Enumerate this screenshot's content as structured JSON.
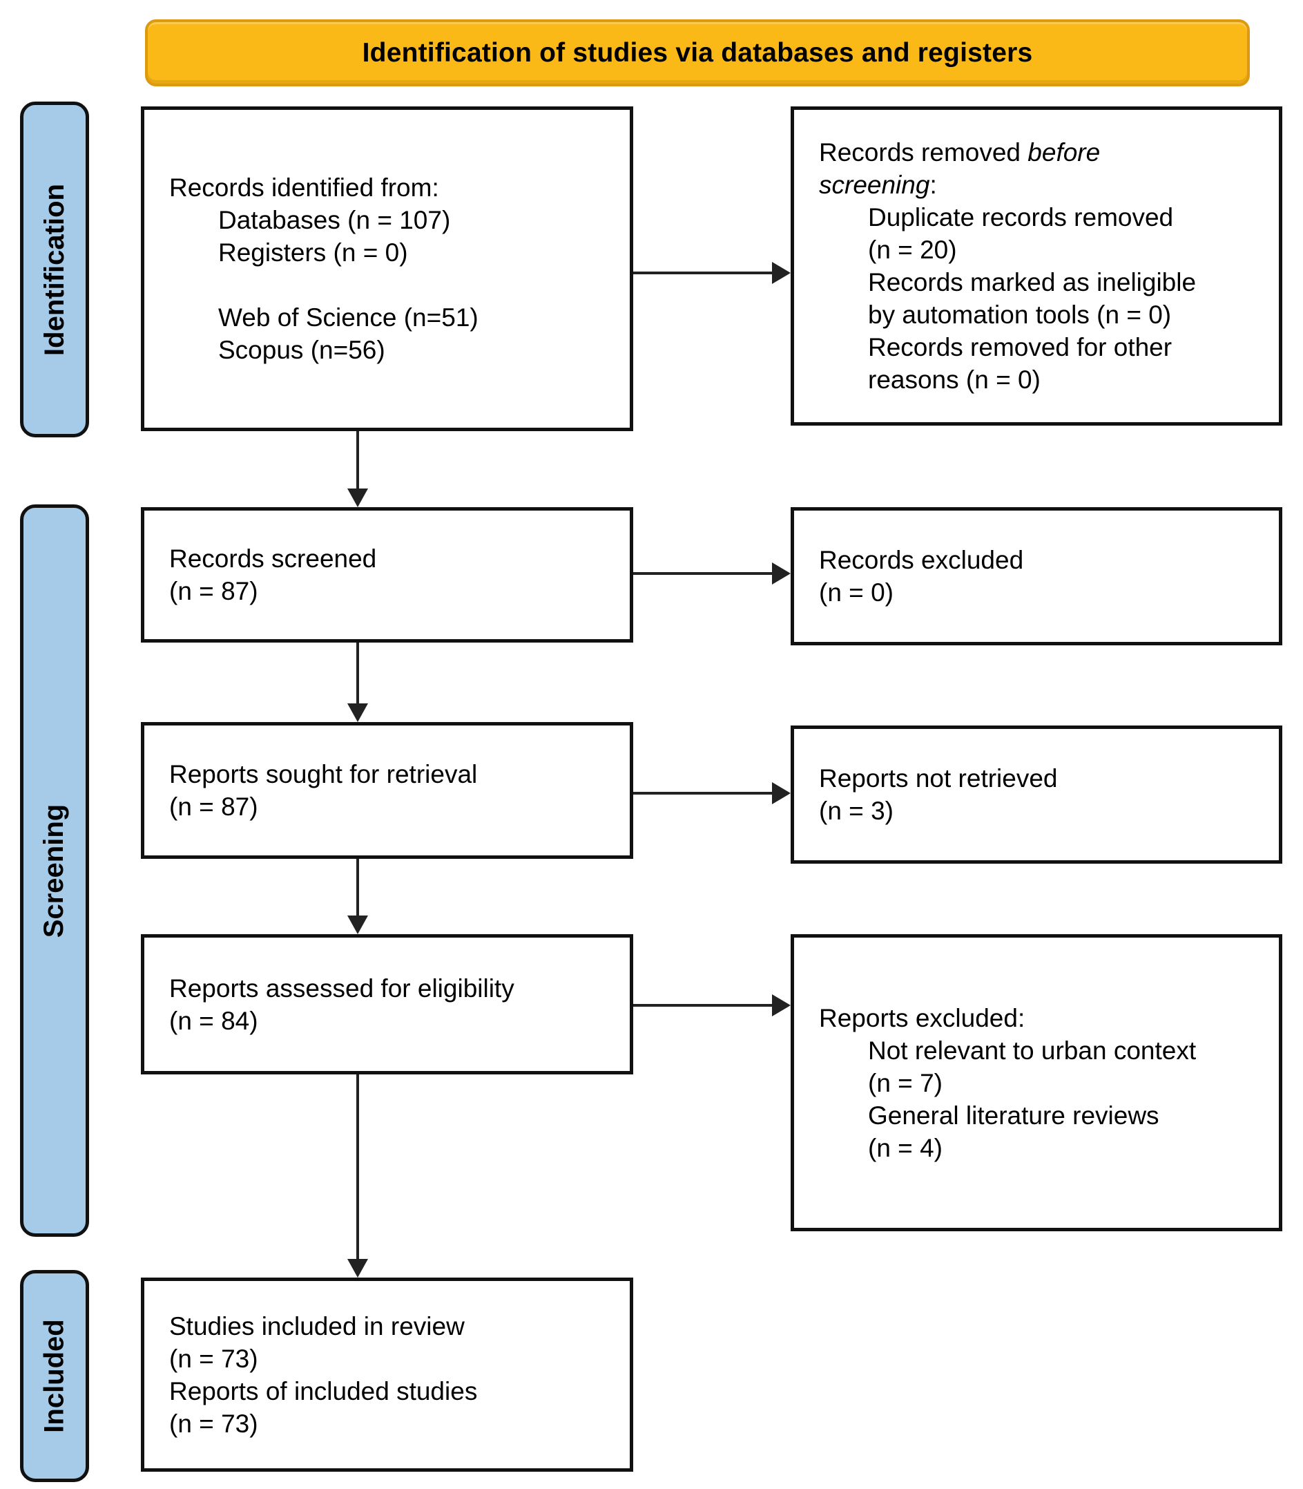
{
  "banner": {
    "title": "Identification of studies via databases and registers"
  },
  "sidebar": {
    "stages": [
      {
        "label": "Identification"
      },
      {
        "label": "Screening"
      },
      {
        "label": "Included"
      }
    ]
  },
  "colors": {
    "banner_bg": "#FBB917",
    "banner_border": "#DC9A10",
    "stage_bg": "#A5CBE9",
    "stage_border": "#111111",
    "box_bg": "#FFFFFF",
    "box_border": "#111111",
    "arrow": "#222222",
    "text": "#000000"
  },
  "boxes": {
    "records_identified": {
      "lines": [
        {
          "indent": 0,
          "text": "Records identified from:"
        },
        {
          "indent": 1,
          "text": "Databases (n = 107)"
        },
        {
          "indent": 1,
          "text": "Registers (n = 0)"
        },
        {
          "indent": 0,
          "text": ""
        },
        {
          "indent": 1,
          "text": "Web of Science (n=51)"
        },
        {
          "indent": 1,
          "text": "Scopus (n=56)"
        }
      ]
    },
    "records_removed": {
      "lines": [
        {
          "indent": 0,
          "segments": [
            {
              "text": "Records removed "
            },
            {
              "text": "before",
              "italic": true
            }
          ]
        },
        {
          "indent": 0,
          "segments": [
            {
              "text": "screening",
              "italic": true
            },
            {
              "text": ":"
            }
          ]
        },
        {
          "indent": 1,
          "text": "Duplicate records removed"
        },
        {
          "indent": 1,
          "text": "(n = 20)"
        },
        {
          "indent": 1,
          "text": "Records marked as ineligible"
        },
        {
          "indent": 1,
          "text": "by automation tools (n = 0)"
        },
        {
          "indent": 1,
          "text": "Records removed for other"
        },
        {
          "indent": 1,
          "text": "reasons (n = 0)"
        }
      ]
    },
    "records_screened": {
      "lines": [
        {
          "indent": 0,
          "text": "Records screened"
        },
        {
          "indent": 0,
          "text": "(n = 87)"
        }
      ]
    },
    "records_excluded": {
      "lines": [
        {
          "indent": 0,
          "text": "Records excluded"
        },
        {
          "indent": 0,
          "text": "(n = 0)"
        }
      ]
    },
    "reports_sought": {
      "lines": [
        {
          "indent": 0,
          "text": "Reports sought for retrieval"
        },
        {
          "indent": 0,
          "text": "(n = 87)"
        }
      ]
    },
    "reports_not_retrieved": {
      "lines": [
        {
          "indent": 0,
          "text": "Reports not retrieved"
        },
        {
          "indent": 0,
          "text": "(n = 3)"
        }
      ]
    },
    "reports_assessed": {
      "lines": [
        {
          "indent": 0,
          "text": "Reports assessed for eligibility"
        },
        {
          "indent": 0,
          "text": "(n = 84)"
        }
      ]
    },
    "reports_excluded": {
      "lines": [
        {
          "indent": 0,
          "text": "Reports excluded:"
        },
        {
          "indent": 1,
          "text": "Not relevant to urban context"
        },
        {
          "indent": 1,
          "text": "(n = 7)"
        },
        {
          "indent": 1,
          "text": "General literature reviews"
        },
        {
          "indent": 1,
          "text": "(n = 4)"
        }
      ]
    },
    "studies_included": {
      "lines": [
        {
          "indent": 0,
          "text": "Studies included in review"
        },
        {
          "indent": 0,
          "text": "(n = 73)"
        },
        {
          "indent": 0,
          "text": "Reports of included studies"
        },
        {
          "indent": 0,
          "text": "(n = 73)"
        }
      ]
    }
  }
}
